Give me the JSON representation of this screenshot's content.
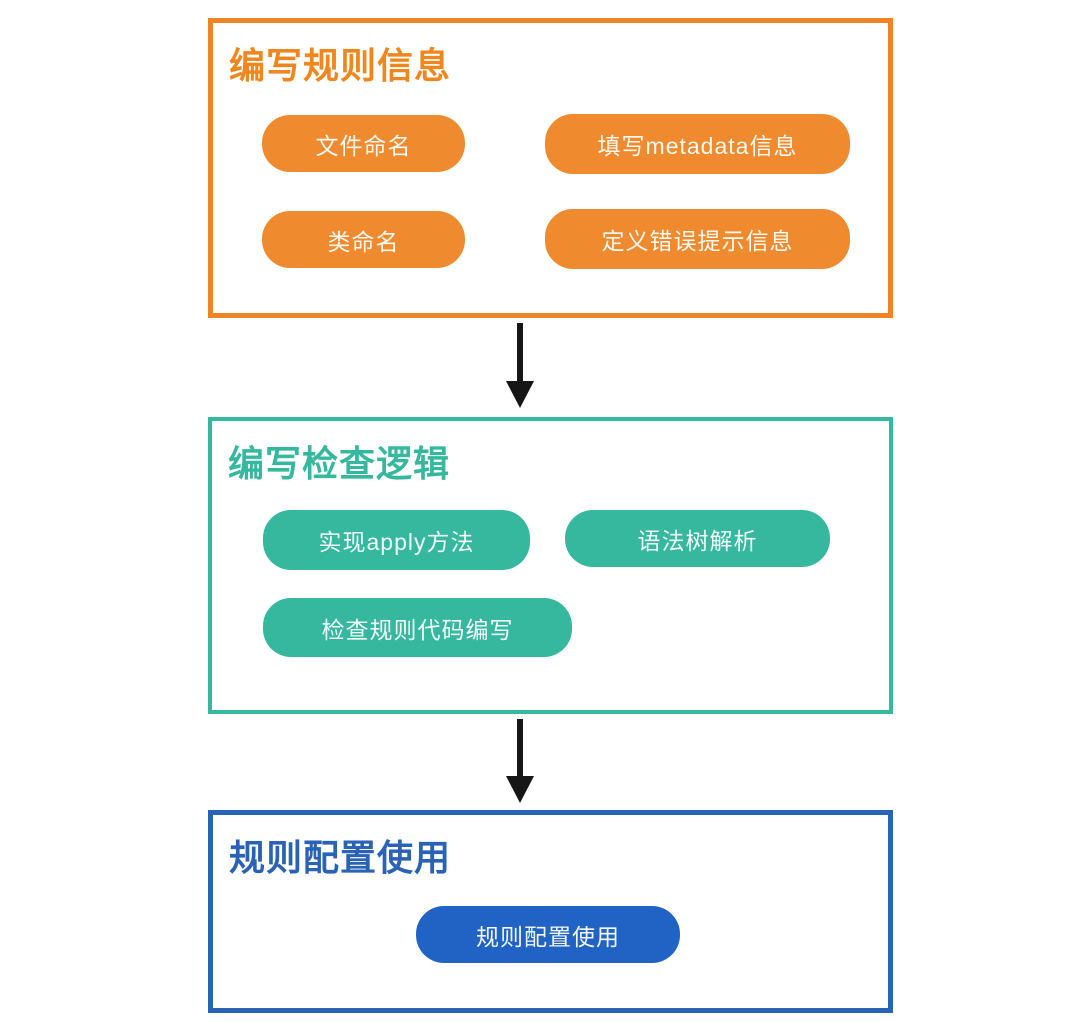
{
  "page": {
    "type": "flowchart",
    "background": "#ffffff"
  },
  "colors": {
    "orange_border": "#EF8425",
    "orange_pill": "#F08A2E",
    "teal": "#35B89E",
    "blue_border": "#2A62B6",
    "blue_pill": "#2063C5",
    "arrow": "#161616",
    "pill_text": "#FFFFFF"
  },
  "flow": {
    "sections": [
      {
        "title": "编写规则信息",
        "pills": [
          {
            "label": "文件命名"
          },
          {
            "label": "填写metadata信息"
          },
          {
            "label": "类命名"
          },
          {
            "label": "定义错误提示信息"
          }
        ]
      },
      {
        "title": "编写检查逻辑",
        "pills": [
          {
            "label": "实现apply方法"
          },
          {
            "label": "语法树解析"
          },
          {
            "label": "检查规则代码编写"
          }
        ]
      },
      {
        "title": "规则配置使用",
        "pills": [
          {
            "label": "规则配置使用"
          }
        ]
      }
    ]
  }
}
